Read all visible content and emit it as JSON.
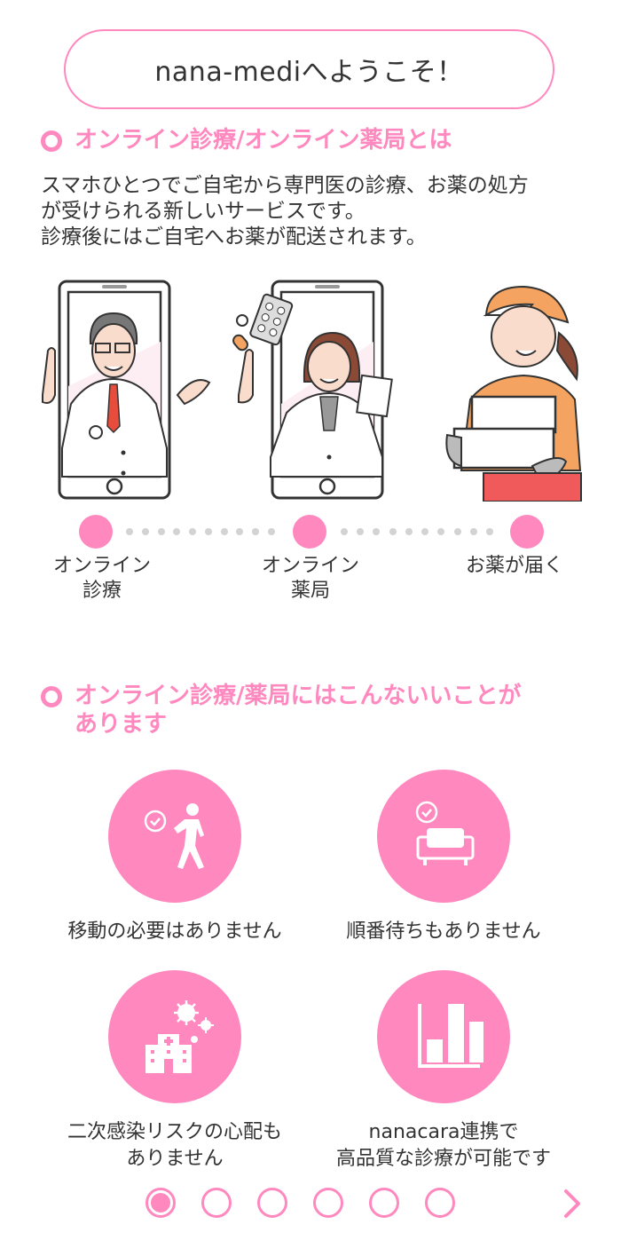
{
  "welcome": {
    "title": "nana-mediへようこそ！"
  },
  "about": {
    "heading": "オンライン診療/オンライン薬局とは",
    "body_lines": [
      "スマホひとつでご自宅から専門医の診療、お薬の処方",
      "が受けられる新しいサービスです。",
      "診療後にはご自宅へお薬が配送されます。"
    ]
  },
  "illustrations": [
    {
      "name": "doctor-on-phone"
    },
    {
      "name": "pharmacist-on-phone"
    },
    {
      "name": "delivery-person-with-boxes"
    }
  ],
  "flow": {
    "steps": [
      {
        "line1": "オンライン",
        "line2": "診療"
      },
      {
        "line1": "オンライン",
        "line2": "薬局"
      },
      {
        "line1": "お薬が届く",
        "line2": ""
      }
    ]
  },
  "benefits": {
    "heading_line1": "オンライン診療/薬局にはこんないいことが",
    "heading_line2": "あります",
    "items": [
      {
        "icon": "walking-person-clock-icon",
        "line1": "移動の必要はありません",
        "line2": ""
      },
      {
        "icon": "sofa-clock-icon",
        "line1": "順番待ちもありません",
        "line2": ""
      },
      {
        "icon": "hospital-virus-icon",
        "line1": "二次感染リスクの心配も",
        "line2": "ありません"
      },
      {
        "icon": "bar-chart-icon",
        "line1": "nanacara連携で",
        "line2": "高品質な診療が可能です"
      }
    ]
  },
  "pager": {
    "total": 6,
    "active_index": 0,
    "next_label": "›"
  },
  "colors": {
    "accent": "#ff88bf",
    "text": "#333333",
    "dot_gray": "#d3d3d3"
  }
}
